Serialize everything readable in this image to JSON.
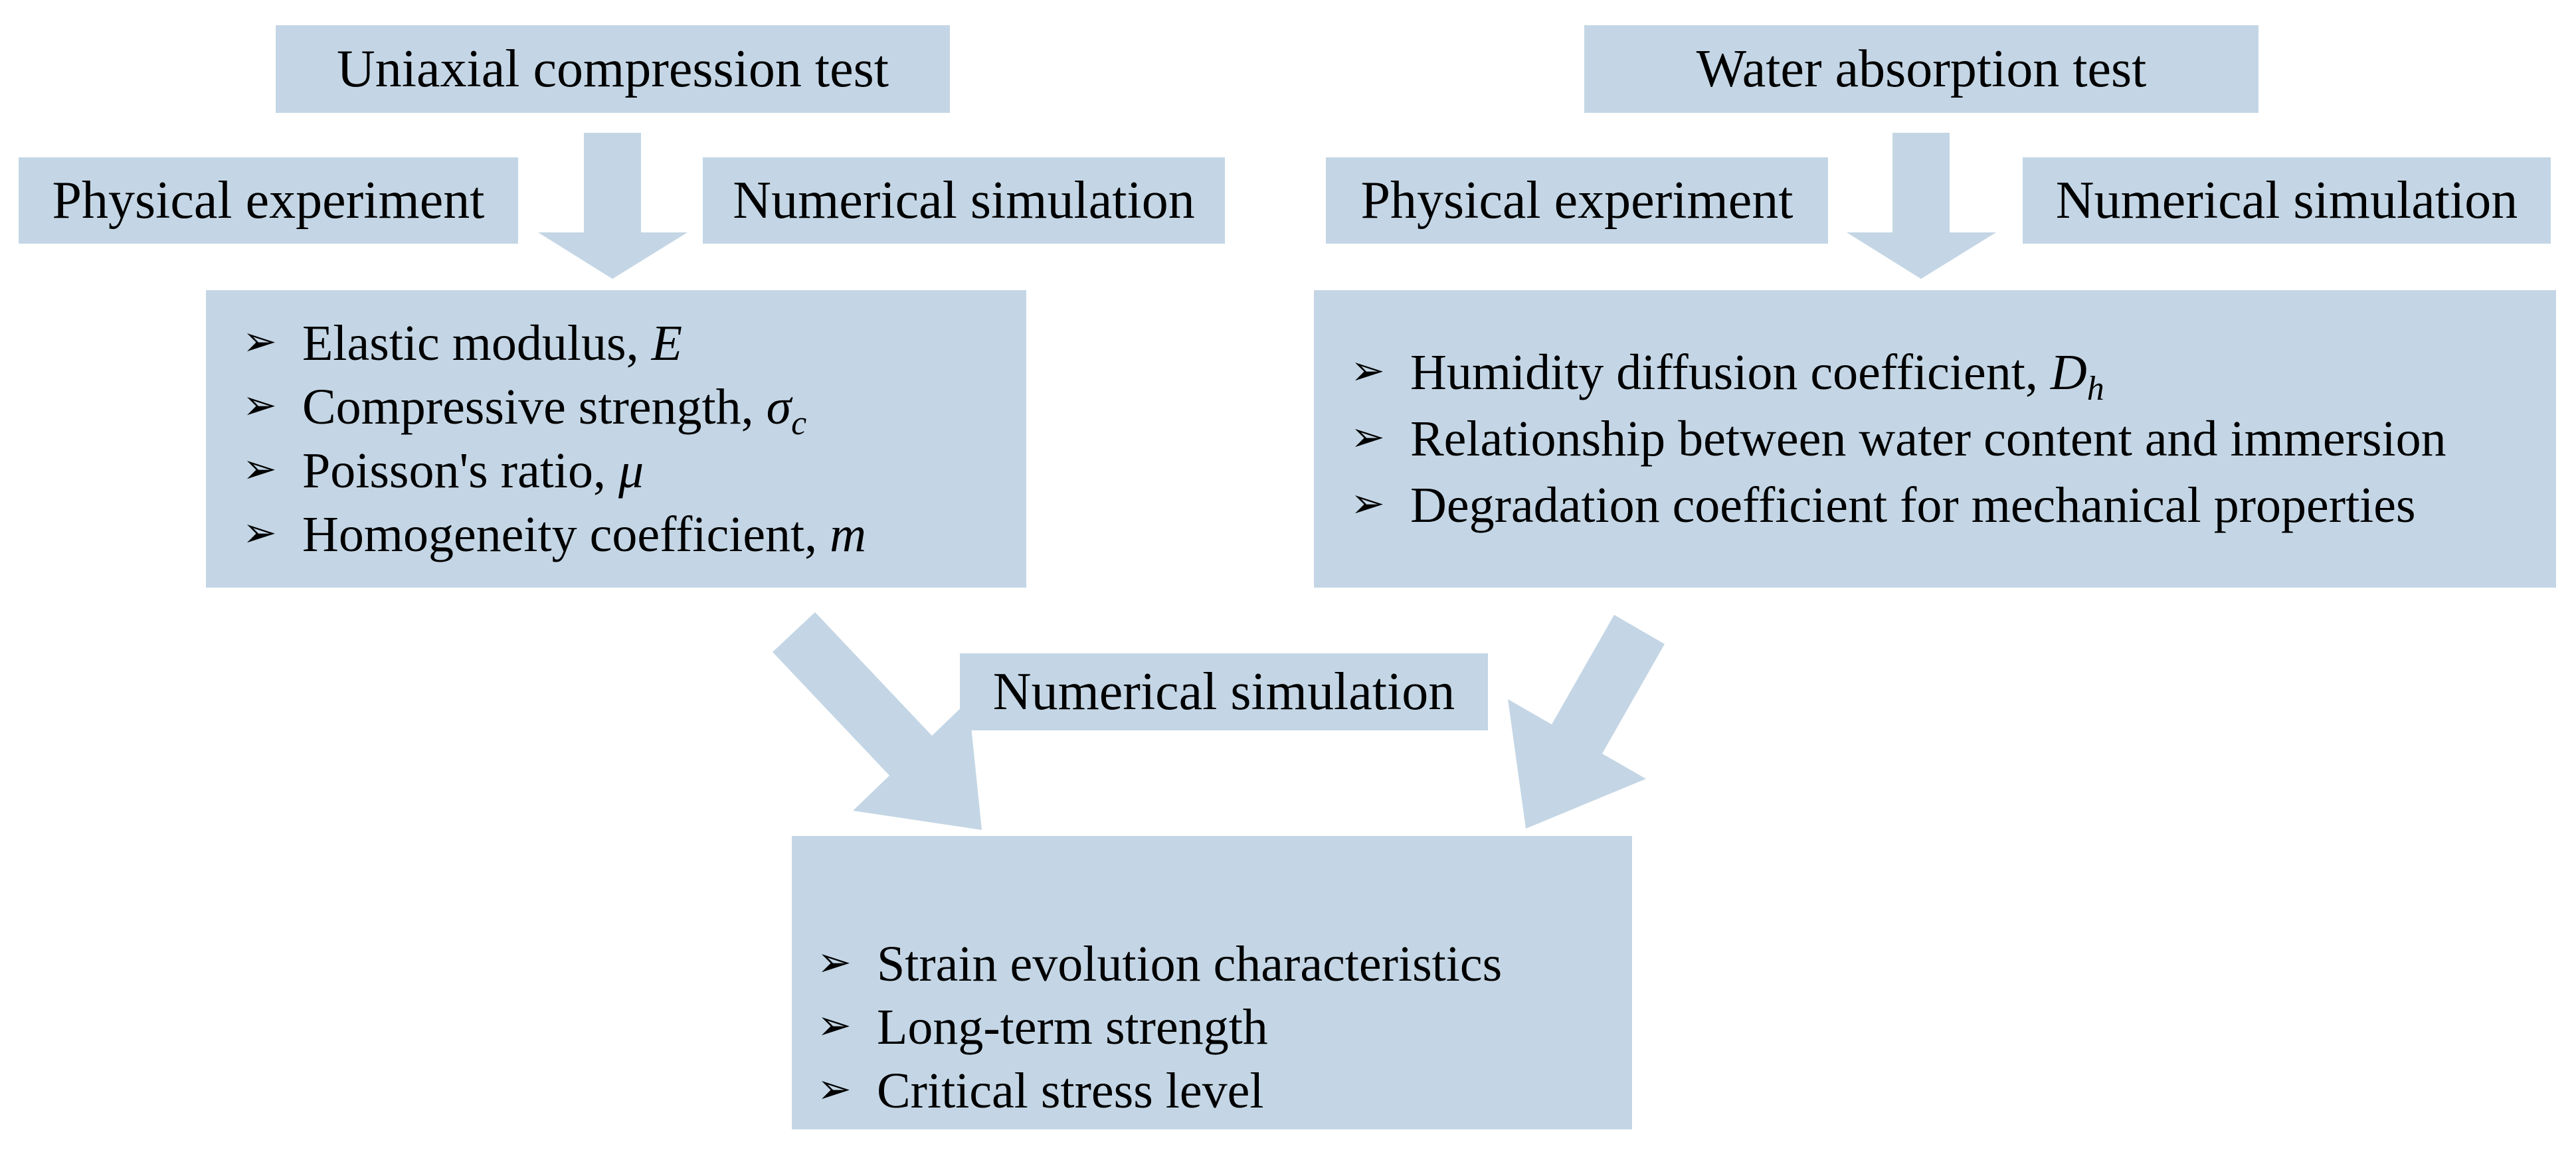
{
  "colors": {
    "box_fill": "#c4d6e5",
    "text": "#000000",
    "background": "#ffffff"
  },
  "bullet_glyph": "➢",
  "flowchart": {
    "left_branch": {
      "test_label": "Uniaxial compression test",
      "physical_label": "Physical experiment",
      "numerical_label": "Numerical simulation",
      "outputs": [
        {
          "text": "Elastic modulus, ",
          "symbol": "E",
          "subscript": ""
        },
        {
          "text": "Compressive strength, ",
          "symbol": "σ",
          "subscript": "c"
        },
        {
          "text": "Poisson's ratio, ",
          "symbol": "μ",
          "subscript": ""
        },
        {
          "text": "Homogeneity coefficient, ",
          "symbol": "m",
          "subscript": ""
        }
      ]
    },
    "right_branch": {
      "test_label": "Water absorption test",
      "physical_label": "Physical experiment",
      "numerical_label": "Numerical simulation",
      "outputs": [
        {
          "text": "Humidity diffusion coefficient, ",
          "symbol": "D",
          "subscript": "h"
        },
        {
          "text": "Relationship between water content and immersion",
          "symbol": "",
          "subscript": ""
        },
        {
          "text": "Degradation coefficient for mechanical properties",
          "symbol": "",
          "subscript": ""
        }
      ]
    },
    "merge": {
      "label": "Numerical simulation",
      "outputs": [
        {
          "text": "Strain evolution characteristics",
          "symbol": "",
          "subscript": ""
        },
        {
          "text": "Long-term strength",
          "symbol": "",
          "subscript": ""
        },
        {
          "text": "Critical stress level",
          "symbol": "",
          "subscript": ""
        }
      ]
    }
  }
}
